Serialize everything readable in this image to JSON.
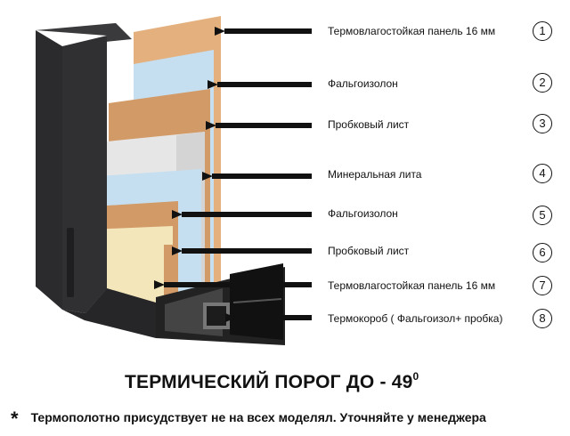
{
  "layers": [
    {
      "number": "1",
      "label": "Термовлагостойкая панель 16 мм"
    },
    {
      "number": "2",
      "label": "Фальгоизолон"
    },
    {
      "number": "3",
      "label": "Пробковый лист"
    },
    {
      "number": "4",
      "label": "Минеральная лита"
    },
    {
      "number": "5",
      "label": "Фальгоизолон"
    },
    {
      "number": "6",
      "label": "Пробковый лист"
    },
    {
      "number": "7",
      "label": "Термовлагостойкая панель 16 мм"
    },
    {
      "number": "8",
      "label": "Термокороб ( Фальгоизол+ пробка)"
    }
  ],
  "heading": {
    "text": "ТЕРМИЧЕСКИЙ ПОРОГ ДО - 49",
    "degree": "0"
  },
  "footnote": {
    "marker": "*",
    "text": "Термополотно присудствует не на всех моделял. Уточняйте у менеджера"
  },
  "colors": {
    "frame": "#2b2b2d",
    "panel_orange": "#e3b07e",
    "foil_blue": "#c5dff0",
    "cork": "#d29a66",
    "mineral": "#e6e6e6",
    "panel_cream": "#f3e6bb"
  }
}
